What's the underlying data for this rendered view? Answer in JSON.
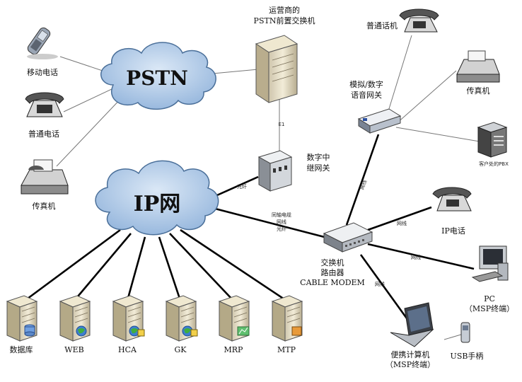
{
  "colors": {
    "cloud": "#a9c6e6",
    "cloud_edge": "#4a6f99",
    "line": "#000000",
    "thin_line": "#777777"
  },
  "clouds": {
    "pstn": "PSTN",
    "ip": "IP网"
  },
  "labels": {
    "mobile_phone": "移动电话",
    "phone_left": "普通电话",
    "fax_left": "传真机",
    "switch_title_1": "运营商的",
    "switch_title_2": "PSTN前置交换机",
    "e1": "E1",
    "trunk_gw_1": "数字中",
    "trunk_gw_2": "继网关",
    "fiber": "光纤",
    "phone_right": "普通话机",
    "fax_right": "传真机",
    "voice_gw_1": "模拟/数字",
    "voice_gw_2": "语音网关",
    "pbx": "客户处的PBX",
    "net_cable_gw": "网线",
    "cable_stack_1": "同轴电缆",
    "cable_stack_2": "网线",
    "cable_stack_3": "光纤",
    "net_cable_ipphone": "网线",
    "ip_phone": "IP电话",
    "router_1": "交换机",
    "router_2": "路由器",
    "router_3": "CABLE MODEM",
    "net_cable_pc": "网线",
    "pc_1": "PC",
    "pc_2": "（MSP终端）",
    "net_cable_laptop": "网线",
    "laptop_1": "便携计算机",
    "laptop_2": "（MSP终端）",
    "usb_handset": "USB手柄"
  },
  "servers": [
    "数据库",
    "WEB",
    "HCA",
    "GK",
    "MRP",
    "MTP"
  ]
}
